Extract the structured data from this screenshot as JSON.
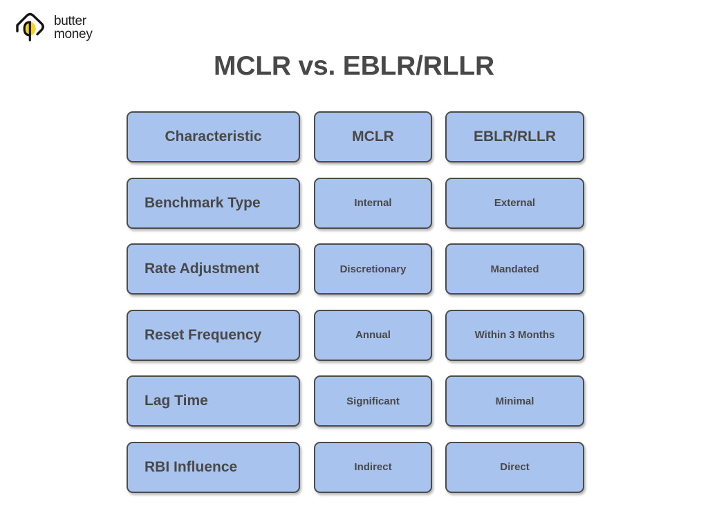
{
  "brand": {
    "logo_icon": "house-outline-with-q-icon",
    "name_line1": "butter",
    "name_line2": "money",
    "mark_accent_color": "#F5D428",
    "mark_outline_color": "#141414"
  },
  "page": {
    "title": "MCLR vs. EBLR/RLLR",
    "background_color": "#FFFFFF",
    "text_color": "#484848"
  },
  "table": {
    "box_fill_color": "#A8C3EE",
    "box_border_color": "#4B4B4B",
    "columns": [
      "Characteristic",
      "MCLR",
      "EBLR/RLLR"
    ],
    "rows": [
      {
        "characteristic": "Benchmark Type",
        "mclr": "Internal",
        "eblr_rllr": "External"
      },
      {
        "characteristic": "Rate Adjustment",
        "mclr": "Discretionary",
        "eblr_rllr": "Mandated"
      },
      {
        "characteristic": "Reset Frequency",
        "mclr": "Annual",
        "eblr_rllr": "Within 3 Months"
      },
      {
        "characteristic": "Lag Time",
        "mclr": "Significant",
        "eblr_rllr": "Minimal"
      },
      {
        "characteristic": "RBI Influence",
        "mclr": "Indirect",
        "eblr_rllr": "Direct"
      }
    ]
  }
}
